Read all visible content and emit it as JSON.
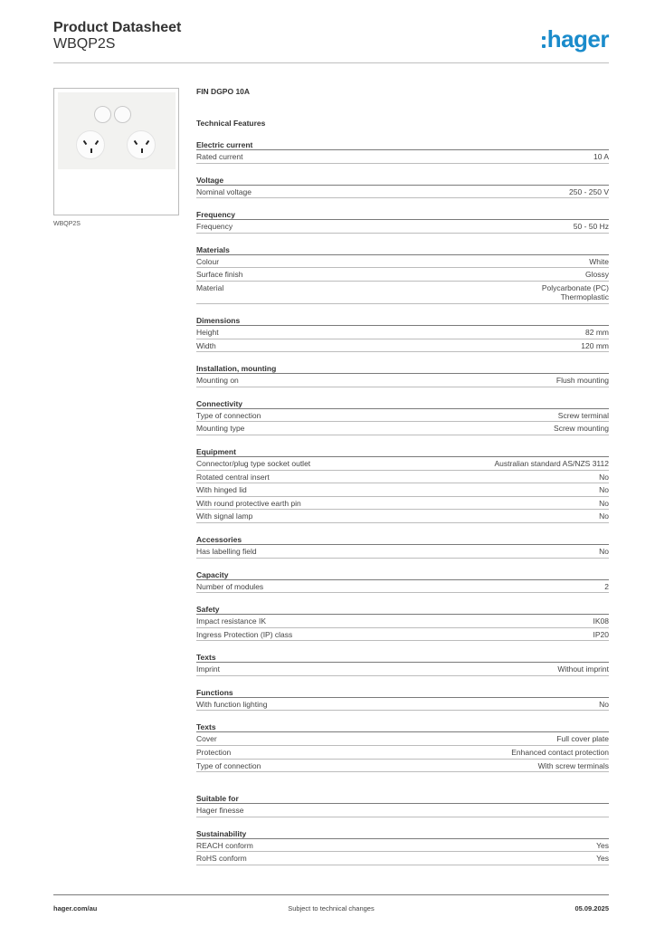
{
  "header": {
    "title": "Product Datasheet",
    "subtitle": "WBQP2S",
    "logo_text": "hager"
  },
  "colors": {
    "brand": "#1a8bcb",
    "text": "#333333",
    "rule": "#7a7a7a"
  },
  "product": {
    "image_caption": "WBQP2S",
    "name": "FIN DGPO 10A",
    "features_title": "Technical Features"
  },
  "sections": [
    {
      "title": "Electric current",
      "rows": [
        {
          "label": "Rated current",
          "value": "10 A"
        }
      ]
    },
    {
      "title": "Voltage",
      "rows": [
        {
          "label": "Nominal voltage",
          "value": "250 - 250 V"
        }
      ]
    },
    {
      "title": "Frequency",
      "rows": [
        {
          "label": "Frequency",
          "value": "50 - 50 Hz"
        }
      ]
    },
    {
      "title": "Materials",
      "rows": [
        {
          "label": "Colour",
          "value": "White"
        },
        {
          "label": "Surface finish",
          "value": "Glossy"
        },
        {
          "label": "Material",
          "value": "Polycarbonate (PC)\nThermoplastic"
        }
      ]
    },
    {
      "title": "Dimensions",
      "rows": [
        {
          "label": "Height",
          "value": "82 mm"
        },
        {
          "label": "Width",
          "value": "120 mm"
        }
      ]
    },
    {
      "title": "Installation, mounting",
      "rows": [
        {
          "label": "Mounting on",
          "value": "Flush mounting"
        }
      ]
    },
    {
      "title": "Connectivity",
      "rows": [
        {
          "label": "Type of connection",
          "value": "Screw terminal"
        },
        {
          "label": "Mounting type",
          "value": "Screw mounting"
        }
      ]
    },
    {
      "title": "Equipment",
      "rows": [
        {
          "label": "Connector/plug type socket outlet",
          "value": "Australian standard AS/NZS 3112"
        },
        {
          "label": "Rotated central insert",
          "value": "No"
        },
        {
          "label": "With hinged lid",
          "value": "No"
        },
        {
          "label": "With round protective earth pin",
          "value": "No"
        },
        {
          "label": "With signal lamp",
          "value": "No"
        }
      ]
    },
    {
      "title": "Accessories",
      "rows": [
        {
          "label": "Has labelling field",
          "value": "No"
        }
      ]
    },
    {
      "title": "Capacity",
      "rows": [
        {
          "label": "Number of modules",
          "value": "2"
        }
      ]
    },
    {
      "title": "Safety",
      "rows": [
        {
          "label": "Impact resistance IK",
          "value": "IK08"
        },
        {
          "label": "Ingress Protection (IP) class",
          "value": "IP20"
        }
      ]
    },
    {
      "title": "Texts",
      "rows": [
        {
          "label": "Imprint",
          "value": "Without imprint"
        }
      ]
    },
    {
      "title": "Functions",
      "rows": [
        {
          "label": "With function lighting",
          "value": "No"
        }
      ]
    },
    {
      "title": "Texts",
      "rows": [
        {
          "label": "Cover",
          "value": "Full cover plate"
        },
        {
          "label": "Protection",
          "value": "Enhanced contact protection"
        },
        {
          "label": "Type of connection",
          "value": "With screw terminals"
        }
      ]
    },
    {
      "title": "Suitable for",
      "gap": true,
      "rows": [
        {
          "label": "Hager finesse",
          "value": ""
        }
      ]
    },
    {
      "title": "Sustainability",
      "rows": [
        {
          "label": "REACH conform",
          "value": "Yes"
        },
        {
          "label": "RoHS conform",
          "value": "Yes"
        }
      ]
    }
  ],
  "footer": {
    "left": "hager.com/au",
    "center": "Subject to technical changes",
    "right": "05.09.2025"
  }
}
